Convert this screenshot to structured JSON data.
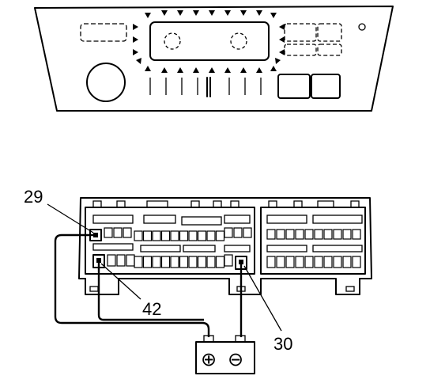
{
  "labels": {
    "pin_29": "29",
    "pin_42": "42",
    "pin_30": "30"
  },
  "battery": {
    "positive_symbol": "⊕",
    "negative_symbol": "⊖"
  },
  "colors": {
    "ink": "#000000",
    "background": "#ffffff"
  }
}
